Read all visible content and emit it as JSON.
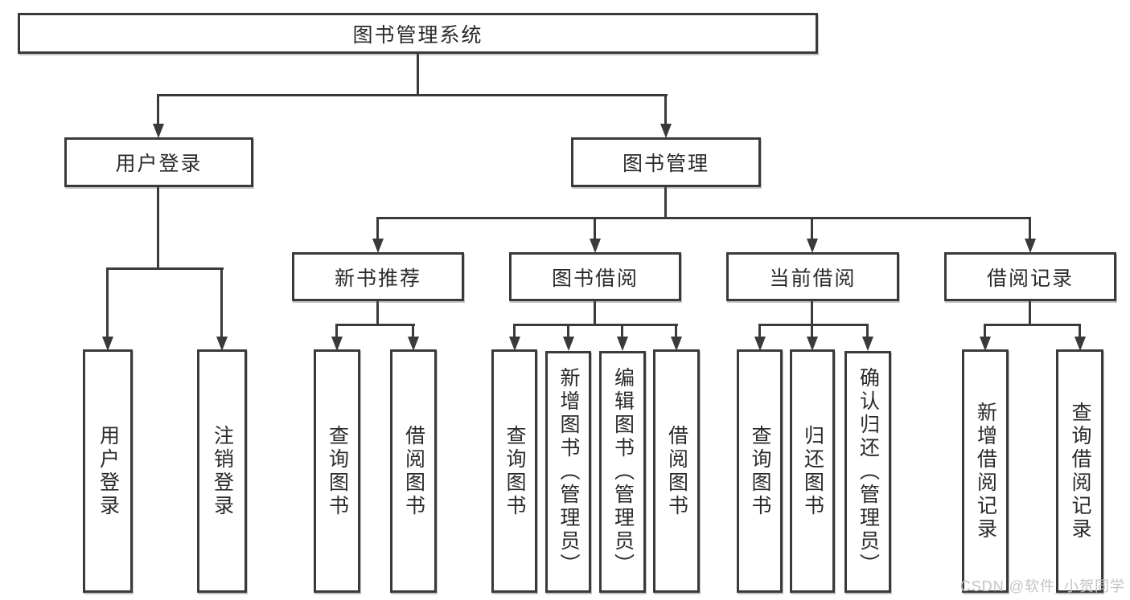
{
  "diagram_title": "图书管理系统",
  "tree": {
    "root": {
      "label": "图书管理系统",
      "children": [
        {
          "label": "用户登录",
          "children": [
            {
              "label": "用户登录"
            },
            {
              "label": "注销登录"
            }
          ]
        },
        {
          "label": "图书管理",
          "children": [
            {
              "label": "新书推荐",
              "children": [
                {
                  "label": "查询图书"
                },
                {
                  "label": "借阅图书"
                }
              ]
            },
            {
              "label": "图书借阅",
              "children": [
                {
                  "label": "查询图书"
                },
                {
                  "label": "新增图书（管理员）"
                },
                {
                  "label": "编辑图书（管理员）"
                },
                {
                  "label": "借阅图书"
                }
              ]
            },
            {
              "label": "当前借阅",
              "children": [
                {
                  "label": "查询图书"
                },
                {
                  "label": "归还图书"
                },
                {
                  "label": "确认归还（管理员）"
                }
              ]
            },
            {
              "label": "借阅记录",
              "children": [
                {
                  "label": "新增借阅记录"
                },
                {
                  "label": "查询借阅记录"
                }
              ]
            }
          ]
        }
      ]
    }
  },
  "watermark": {
    "text": "CSDN @软件_小贺同学"
  },
  "colors": {
    "line": "#3a3a3a",
    "text": "#2a2a2a",
    "background": "#ffffff",
    "watermark": "#c3c3c3"
  }
}
